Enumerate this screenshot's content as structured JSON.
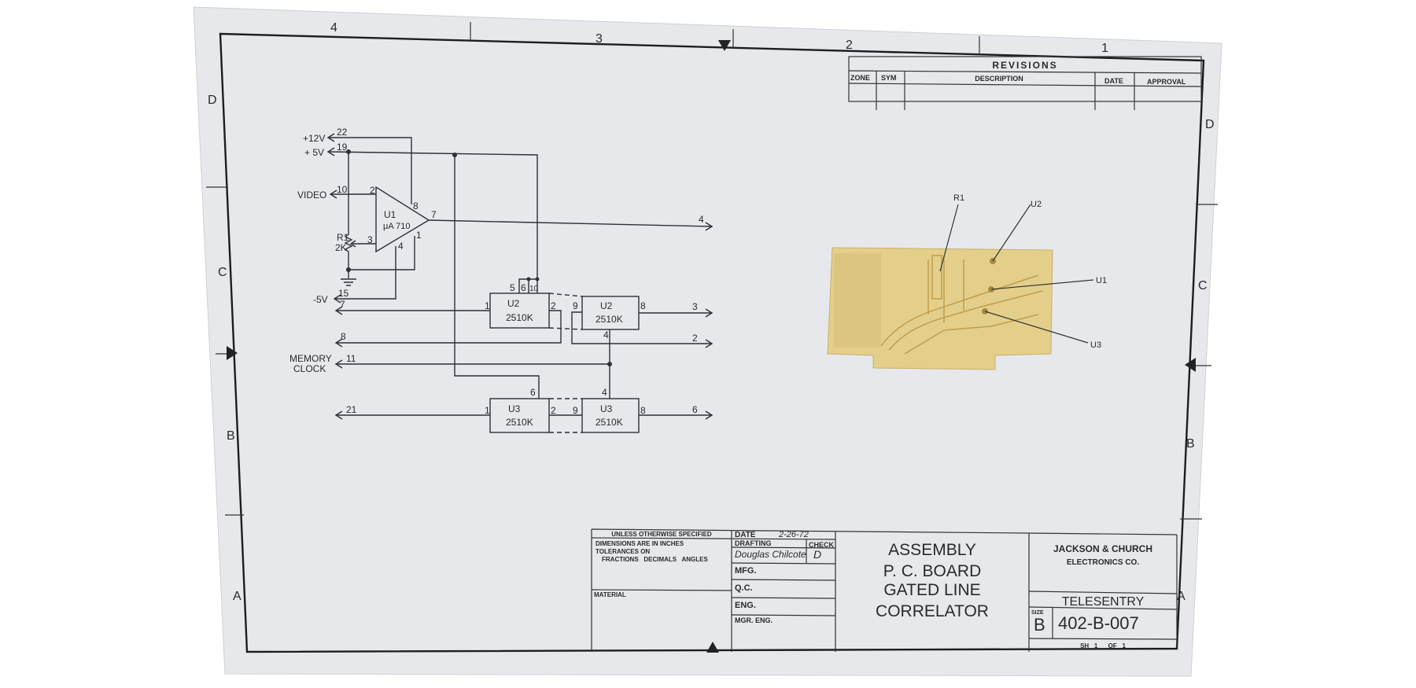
{
  "zones": {
    "top": [
      "4",
      "3",
      "2",
      "1"
    ],
    "left": [
      "D",
      "C",
      "B",
      "A"
    ],
    "right": [
      "D",
      "C",
      "B",
      "A"
    ]
  },
  "revisions": {
    "title": "REVISIONS",
    "columns": [
      "ZONE",
      "SYM",
      "DESCRIPTION",
      "DATE",
      "APPROVAL"
    ]
  },
  "schematic": {
    "supplies": {
      "p12": "+12V",
      "p12_pin": "22",
      "p5": "+ 5V",
      "p5_pin": "19",
      "m5": "-5V",
      "m5_pin": "15"
    },
    "video": "VIDEO",
    "video_pin": "10",
    "memory_clock": [
      "MEMORY",
      "CLOCK"
    ],
    "clock_pin": "11",
    "r1": {
      "ref": "R1",
      "value": "2K"
    },
    "u1": {
      "ref": "U1",
      "part": "μA 710",
      "pins": [
        "2",
        "3",
        "8",
        "7",
        "1",
        "4"
      ]
    },
    "u2a": {
      "ref": "U2",
      "part": "2510K",
      "pins": [
        "5",
        "6",
        "10",
        "1",
        "2"
      ]
    },
    "u2b": {
      "ref": "U2",
      "part": "2510K",
      "pins": [
        "9",
        "8",
        "4"
      ]
    },
    "u3a": {
      "ref": "U3",
      "part": "2510K",
      "pins": [
        "6",
        "1",
        "2"
      ]
    },
    "u3b": {
      "ref": "U3",
      "part": "2510K",
      "pins": [
        "9",
        "8",
        "4"
      ]
    },
    "connector_pins": {
      "out_u1": "4",
      "in7": "7",
      "in8": "8",
      "out3": "3",
      "out2": "2",
      "in21": "21",
      "out6": "6"
    }
  },
  "pcb_photo": {
    "labels": [
      "R1",
      "U2",
      "U1",
      "U3"
    ],
    "board_color": "#e3cf8a"
  },
  "title_block": {
    "unless": "UNLESS OTHERWISE SPECIFIED",
    "dims": "DIMENSIONS ARE IN INCHES",
    "tol": "TOLERANCES ON",
    "tol_cols": "FRACTIONS   DECIMALS   ANGLES",
    "material": "MATERIAL",
    "date_label": "DATE",
    "date": "2-26-72",
    "drafting": "DRAFTING",
    "drafting_sig": "Douglas Chilcote",
    "check": "CHECK",
    "check_sig": "D",
    "mfg": "MFG.",
    "qc": "Q.C.",
    "eng": "ENG.",
    "mgr_eng": "MGR. ENG.",
    "title_lines": [
      "ASSEMBLY",
      "P. C. BOARD",
      "GATED LINE",
      "CORRELATOR"
    ],
    "company": [
      "JACKSON & CHURCH",
      "ELECTRONICS CO."
    ],
    "product": "TELESENTRY",
    "size_label": "SIZE",
    "size": "B",
    "drawing_no": "402-B-007",
    "sheet": "SH   1      OF   1"
  }
}
